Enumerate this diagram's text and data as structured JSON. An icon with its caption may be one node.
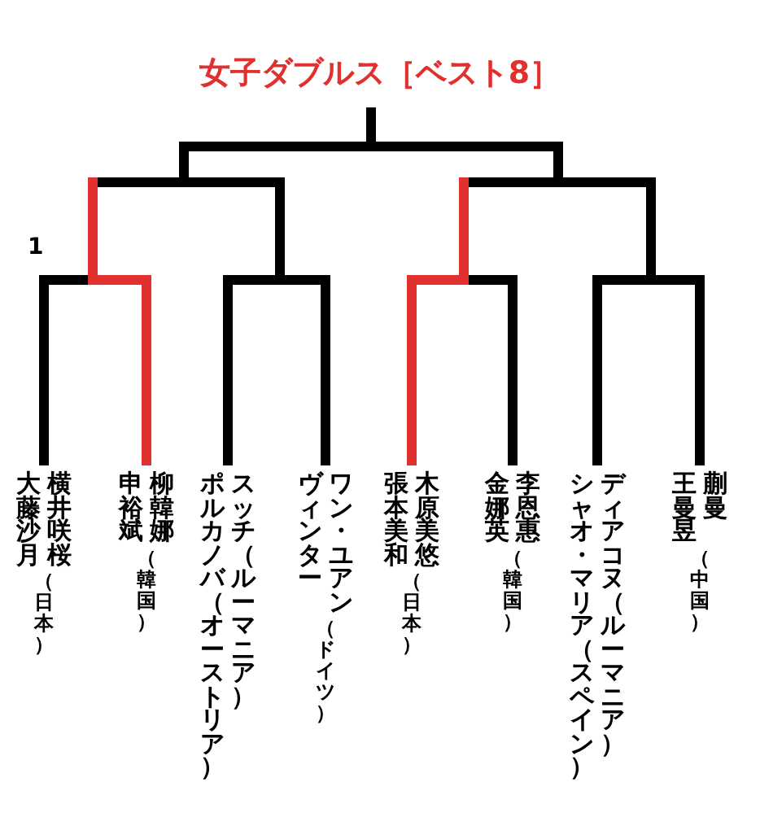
{
  "diagram": {
    "title": "女子ダブルス［ベスト8］",
    "nodes": [
      {
        "text": [
          "大藤沙月",
          "横井咲桜",
          "（日本）"
        ]
      },
      {
        "text": [
          "申裕斌",
          "柳韓娜",
          "（韓国）"
        ]
      },
      {
        "text": [
          "ポルカノバ（オーストリア）",
          "スッチ（ルーマニア）"
        ]
      },
      {
        "text": [
          "ヴィンター",
          "ワン・ユアン",
          "（ドイツ）"
        ]
      },
      {
        "text": [
          "張本美和",
          "木原美悠",
          "（日本）"
        ]
      },
      {
        "text": [
          "金娜英",
          "李恩惠",
          "（韓国）"
        ]
      },
      {
        "text": [
          "シャオ・マリア（スペイン）",
          "ディアコヌ（ルーマニア）"
        ]
      },
      {
        "text": [
          "王曼昱",
          "蒯曼",
          "（中国）"
        ]
      }
    ],
    "labels": [
      "1"
    ]
  }
}
